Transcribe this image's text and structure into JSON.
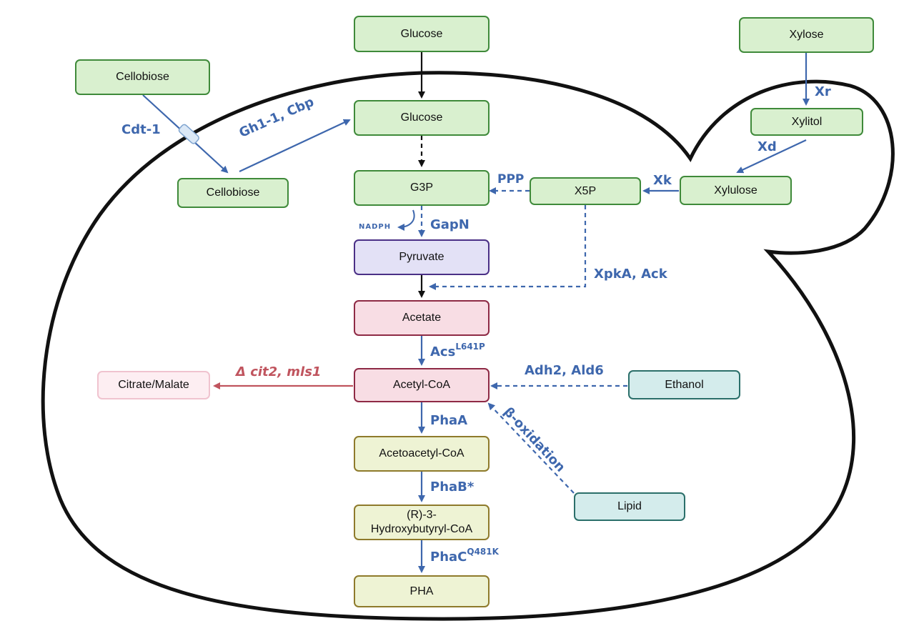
{
  "nodes": {
    "glucose_out": "Glucose",
    "xylose": "Xylose",
    "cellobiose_out": "Cellobiose",
    "glucose_in": "Glucose",
    "xylitol": "Xylitol",
    "cellobiose_in": "Cellobiose",
    "g3p": "G3P",
    "x5p": "X5P",
    "xylulose": "Xylulose",
    "pyruvate": "Pyruvate",
    "acetate": "Acetate",
    "acetyl_coa": "Acetyl-CoA",
    "citrate_malate": "Citrate/Malate",
    "ethanol": "Ethanol",
    "acetoacetyl_coa": "Acetoacetyl-CoA",
    "hb_coa_line1": "(R)-3-",
    "hb_coa_line2": "Hydroxybutyryl-CoA",
    "lipid": "Lipid",
    "pha": "PHA"
  },
  "labels": {
    "cdt1": "Cdt-1",
    "gh1": "Gh1-1, Cbp",
    "xr": "Xr",
    "xd": "Xd",
    "xk": "Xk",
    "ppp": "PPP",
    "nadph": "NADPH",
    "gapn": "GapN",
    "xpka": "XpkA, Ack",
    "acs": "Acs",
    "acs_sup": "L641P",
    "cit": "Δ cit2, mls1",
    "adh": "Adh2, Ald6",
    "beta": "β-oxidation",
    "phaa": "PhaA",
    "phab": "PhaB*",
    "phac": "PhaC",
    "phac_sup": "Q481K"
  },
  "colors": {
    "enzyme_blue": "#3e67ad",
    "knockout_red": "#c0545e",
    "cell_outline": "#111111"
  }
}
